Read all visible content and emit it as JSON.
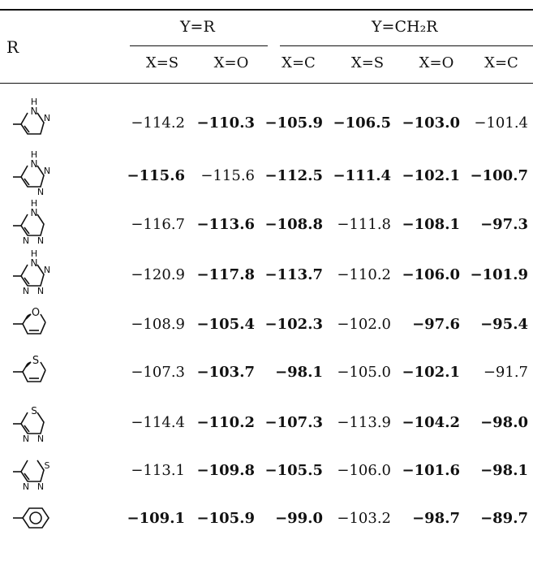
{
  "header": {
    "r_label": "R",
    "group1": "Y=R",
    "group2": "Y=CH₂R",
    "subcols": [
      "X=S",
      "X=O",
      "X=C",
      "X=S",
      "X=O",
      "X=C"
    ]
  },
  "rows": [
    {
      "icon": "imidazole-icon",
      "values": [
        "−114.2",
        "−110.3",
        "−105.9",
        "−106.5",
        "−103.0",
        "−101.4"
      ]
    },
    {
      "icon": "triazole-icon",
      "values": [
        "−115.6",
        "−115.6",
        "−112.5",
        "−111.4",
        "−102.1",
        "−100.7"
      ]
    },
    {
      "icon": "triazole-alt-icon",
      "values": [
        "−116.7",
        "−113.6",
        "−108.8",
        "−111.8",
        "−108.1",
        "−97.3"
      ]
    },
    {
      "icon": "tetrazole-icon",
      "values": [
        "−120.9",
        "−117.8",
        "−113.7",
        "−110.2",
        "−106.0",
        "−101.9"
      ]
    },
    {
      "icon": "furan-icon",
      "values": [
        "−108.9",
        "−105.4",
        "−102.3",
        "−102.0",
        "−97.6",
        "−95.4"
      ]
    },
    {
      "icon": "thiophene-icon",
      "values": [
        "−107.3",
        "−103.7",
        "−98.1",
        "−105.0",
        "−102.1",
        "−91.7"
      ]
    },
    {
      "icon": "thiadiazole-icon",
      "values": [
        "−114.4",
        "−110.2",
        "−107.3",
        "−113.9",
        "−104.2",
        "−98.0"
      ]
    },
    {
      "icon": "thiadiazole-alt-icon",
      "values": [
        "−113.1",
        "−109.8",
        "−105.5",
        "−106.0",
        "−101.6",
        "−98.1"
      ]
    },
    {
      "icon": "benzene-icon",
      "values": [
        "−109.1",
        "−105.9",
        "−99.0",
        "−103.2",
        "−98.7",
        "−89.7"
      ]
    }
  ],
  "ring_labels": {
    "nh": "H",
    "n": "N",
    "o": "O",
    "s": "S"
  }
}
